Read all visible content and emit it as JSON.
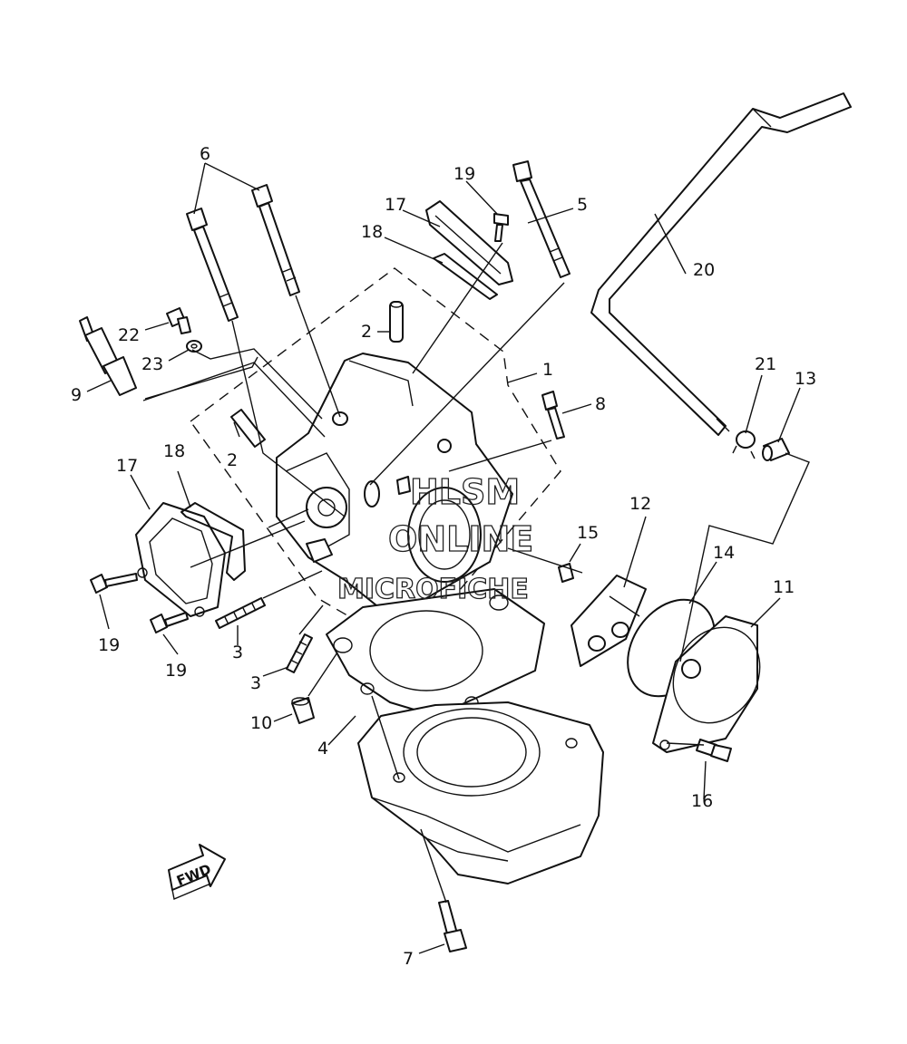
{
  "callouts": [
    "1",
    "2",
    "2",
    "3",
    "3",
    "4",
    "5",
    "6",
    "7",
    "8",
    "9",
    "10",
    "11",
    "12",
    "13",
    "14",
    "15",
    "16",
    "17",
    "17",
    "18",
    "18",
    "19",
    "19",
    "19",
    "20",
    "21",
    "22",
    "23"
  ],
  "watermark": {
    "line1": "HLSM",
    "line2": "ONLINE",
    "line3": "MICROFICHE"
  },
  "fwd_label": "FWD"
}
